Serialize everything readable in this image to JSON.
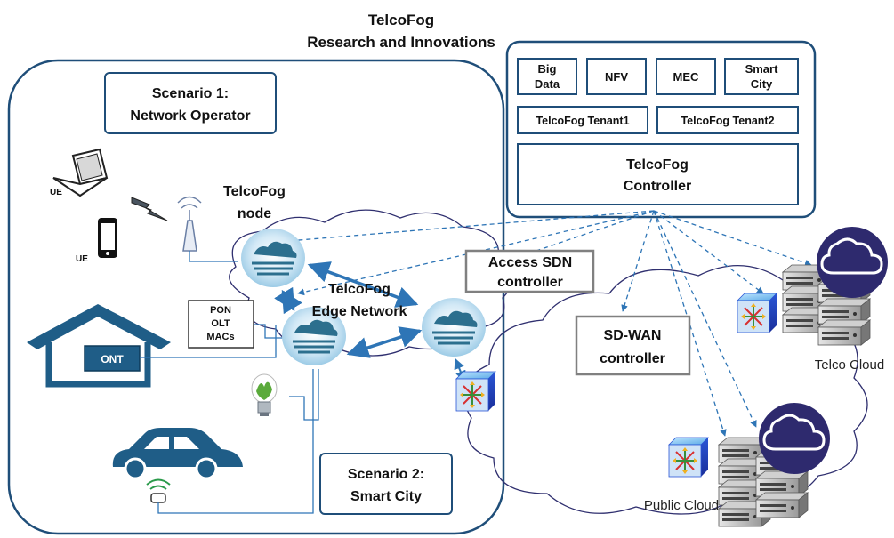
{
  "title": {
    "line1": "TelcoFog",
    "line2": "Research and Innovations"
  },
  "scenario1": {
    "line1": "Scenario 1:",
    "line2": "Network Operator"
  },
  "scenario2": {
    "line1": "Scenario 2:",
    "line2": "Smart City"
  },
  "ue_laptop_label": "UE",
  "ue_phone_label": "UE",
  "telcofog_node": {
    "line1": "TelcoFog",
    "line2": "node"
  },
  "edge_network": {
    "line1": "TelcoFog",
    "line2": "Edge Network"
  },
  "pon_box": {
    "line1": "PON",
    "line2": "OLT",
    "line3": "MACs"
  },
  "ont_label": "ONT",
  "access_sdn": {
    "line1": "Access SDN",
    "line2": "controller"
  },
  "sdwan": {
    "line1": "SD-WAN",
    "line2": "controller"
  },
  "apps": {
    "big_data": {
      "line1": "Big",
      "line2": "Data"
    },
    "nfv": "NFV",
    "mec": "MEC",
    "smart_city": {
      "line1": "Smart",
      "line2": "City"
    }
  },
  "tenants": {
    "t1": "TelcoFog Tenant1",
    "t2": "TelcoFog Tenant2"
  },
  "controller": {
    "line1": "TelcoFog",
    "line2": "Controller"
  },
  "telco_cloud_label": "Telco Cloud",
  "public_cloud_label": "Public Cloud",
  "colors": {
    "frame": "#1f4e79",
    "link": "#2e75b6",
    "cloud_outline": "#2f2f6f",
    "ont_fill": "#1f5d87",
    "cloud_icon": "#2e2a6e"
  },
  "icons": [
    "laptop-icon",
    "lightning-icon",
    "antenna-icon",
    "phone-icon",
    "house-icon",
    "fog-node-icon",
    "sdn-switch-icon",
    "server-rack-icon",
    "cloud-icon",
    "bulb-icon",
    "car-icon",
    "sensor-icon"
  ]
}
